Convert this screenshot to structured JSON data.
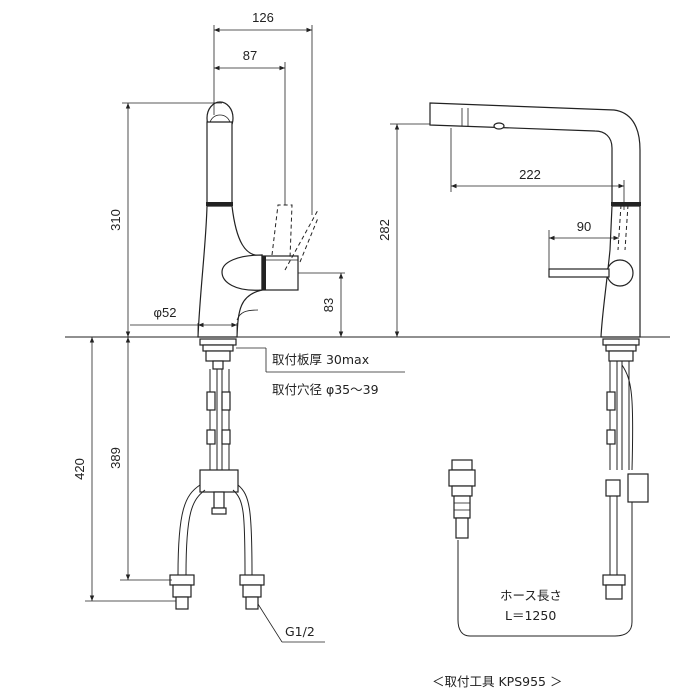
{
  "dimensions": {
    "width_total": "126",
    "width_spout": "87",
    "height_spout": "310",
    "diameter_base": "φ52",
    "height_lever": "83",
    "height_side": "282",
    "reach_pullout": "222",
    "reach_lever": "90",
    "length_total": "420",
    "length_hose": "389"
  },
  "notes": {
    "counter_thickness": "取付板厚 30max",
    "mounting_hole": "取付穴径 φ35～39",
    "thread": "G1/2",
    "hose_length_label": "ホース長さ",
    "hose_length_value": "L＝1250",
    "tool": "＜取付工具 KPS955 ＞"
  }
}
